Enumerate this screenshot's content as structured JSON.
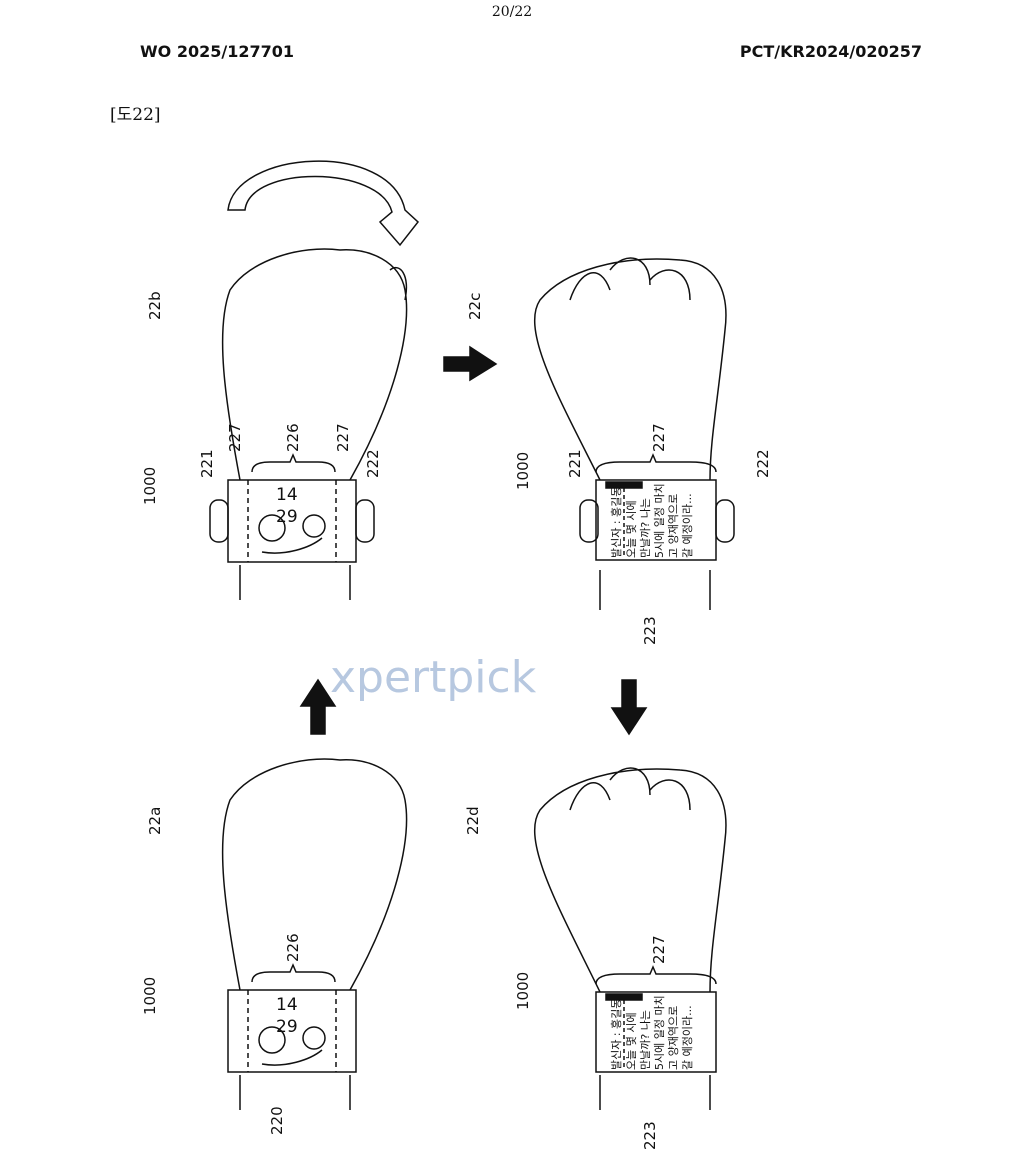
{
  "header": {
    "page": "20/22",
    "pub_no": "WO 2025/127701",
    "app_no": "PCT/KR2024/020257",
    "figure": "[도22]"
  },
  "labels": {
    "a": "22a",
    "b": "22b",
    "c": "22c",
    "d": "22d",
    "device": "1000",
    "l221": "221",
    "l222": "222",
    "l223": "223",
    "l226": "226",
    "l227": "227",
    "l220": "220"
  },
  "watch": {
    "hour": "14",
    "minute": "29"
  },
  "message": {
    "sender": "발신자 : 홍길동",
    "lines": [
      "오늘 몇 시에",
      "만날까? 나는",
      "5시에 일정 마치",
      "고 양재역으로",
      "갈 예정이라..."
    ]
  },
  "watermark": "xpertpick"
}
